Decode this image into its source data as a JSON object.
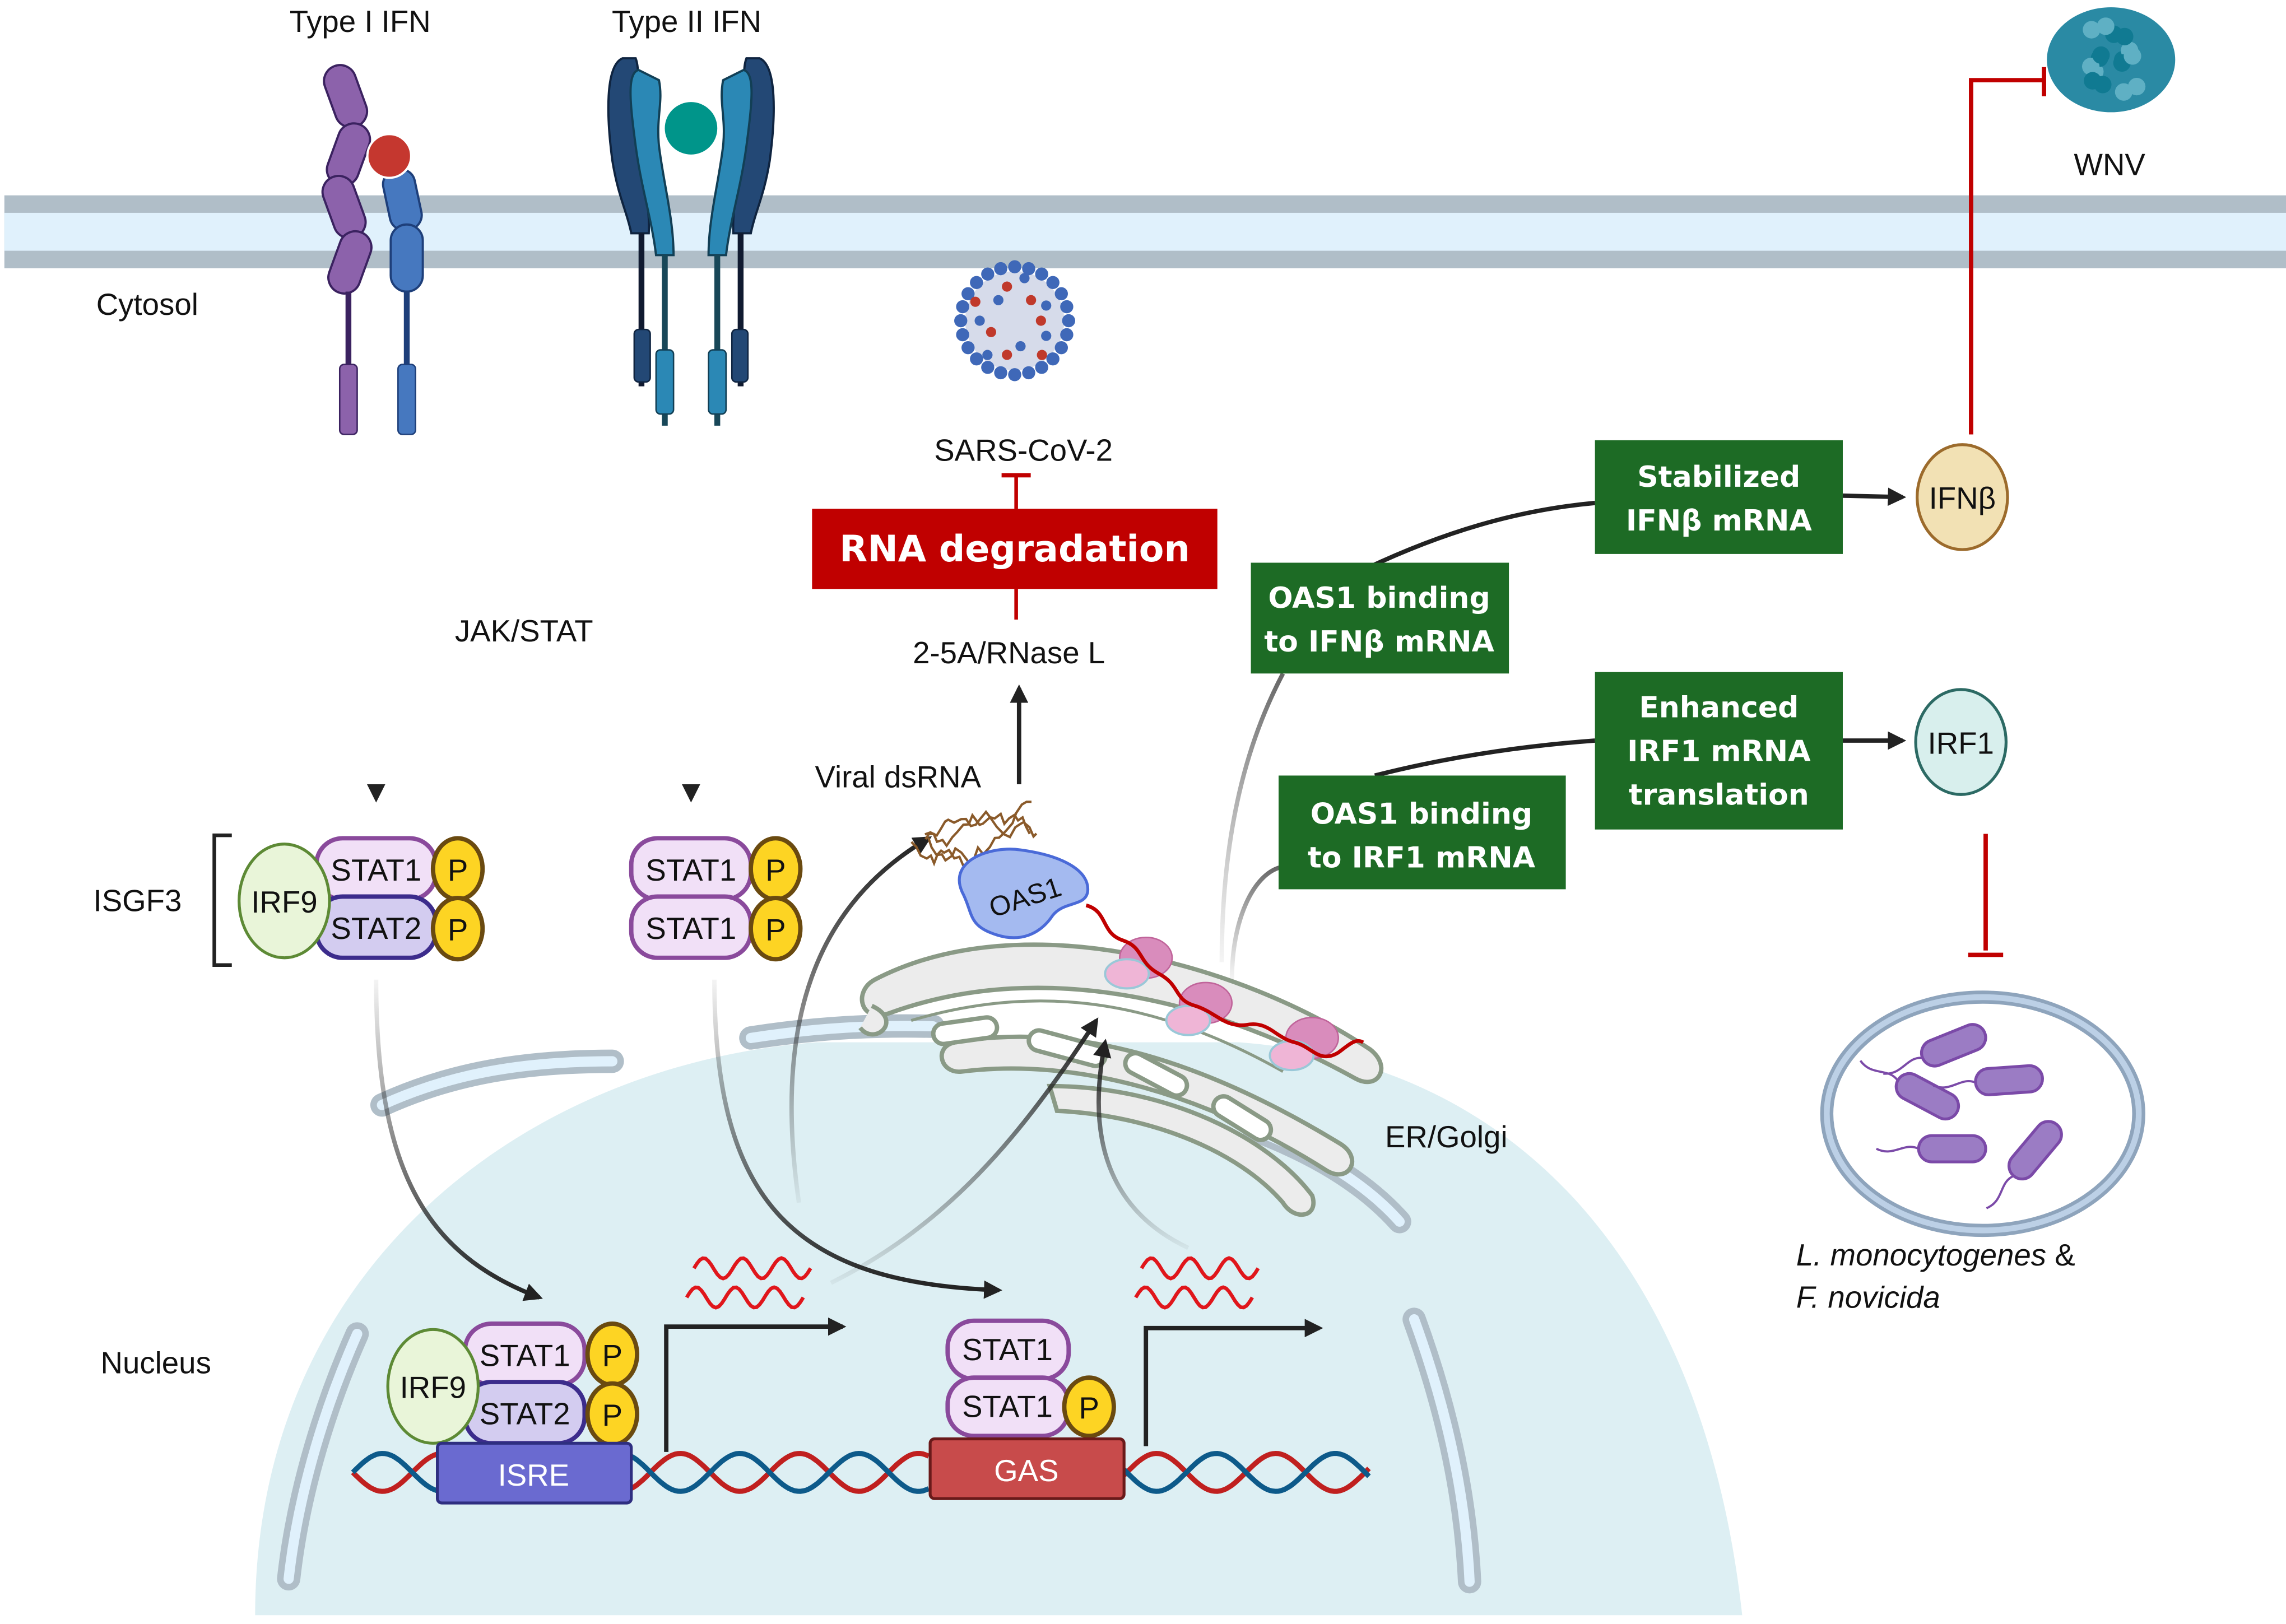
{
  "labels": {
    "type1_ifn": "Type I IFN",
    "type2_ifn": "Type II IFN",
    "cytosol": "Cytosol",
    "jak_stat": "JAK/STAT",
    "isgf3": "ISGF3",
    "nucleus": "Nucleus",
    "er_golgi": "ER/Golgi",
    "viral_dsrna": "Viral dsRNA",
    "rnase_l": "2-5A/RNase L",
    "sars_cov2": "SARS-CoV-2",
    "wnv": "WNV",
    "bacteria_line1": "L. monocytogenes",
    "bacteria_amp": " &",
    "bacteria_line2": "F. novicida"
  },
  "proteins": {
    "irf9": "IRF9",
    "stat1": "STAT1",
    "stat2": "STAT2",
    "phospho": "P",
    "oas1": "OAS1",
    "ifnb": "IFNβ",
    "irf1": "IRF1"
  },
  "elements": {
    "isre": "ISRE",
    "gas": "GAS"
  },
  "boxes": {
    "rna_degradation": "RNA degradation",
    "oas1_ifnb": [
      "OAS1 binding",
      "to IFNβ mRNA"
    ],
    "stabilized_ifnb": [
      "Stabilized",
      "IFNβ mRNA"
    ],
    "oas1_irf1": [
      "OAS1 binding",
      "to IRF1 mRNA"
    ],
    "enhanced_irf1": [
      "Enhanced",
      "IRF1 mRNA",
      "translation"
    ]
  },
  "colors": {
    "membrane_outer": "#b0bec8",
    "membrane_inner": "#e0f1fc",
    "nucleus_fill": "#ddeff3",
    "green_box": "#1d6b25",
    "red_box": "#c00000",
    "inhibit_red": "#c00000",
    "stat1_fill": "#f1e0f7",
    "stat1_stroke": "#8a4a9c",
    "stat2_fill": "#d3ccf0",
    "stat2_stroke": "#3c2c8c",
    "irf9_fill": "#e9f5d9",
    "irf9_stroke": "#5d8a35",
    "p_fill": "#fdd423",
    "p_stroke": "#6a4a10",
    "isre_fill": "#6a6ad0",
    "gas_fill": "#c84b4b",
    "ifnb_fill": "#f2e1b4",
    "ifnb_stroke": "#9c6b2c",
    "irf1_fill": "#d8efed",
    "irf1_stroke": "#2c6a64",
    "oas1_fill": "#a4baf0",
    "oas1_stroke": "#4a6ad8"
  }
}
